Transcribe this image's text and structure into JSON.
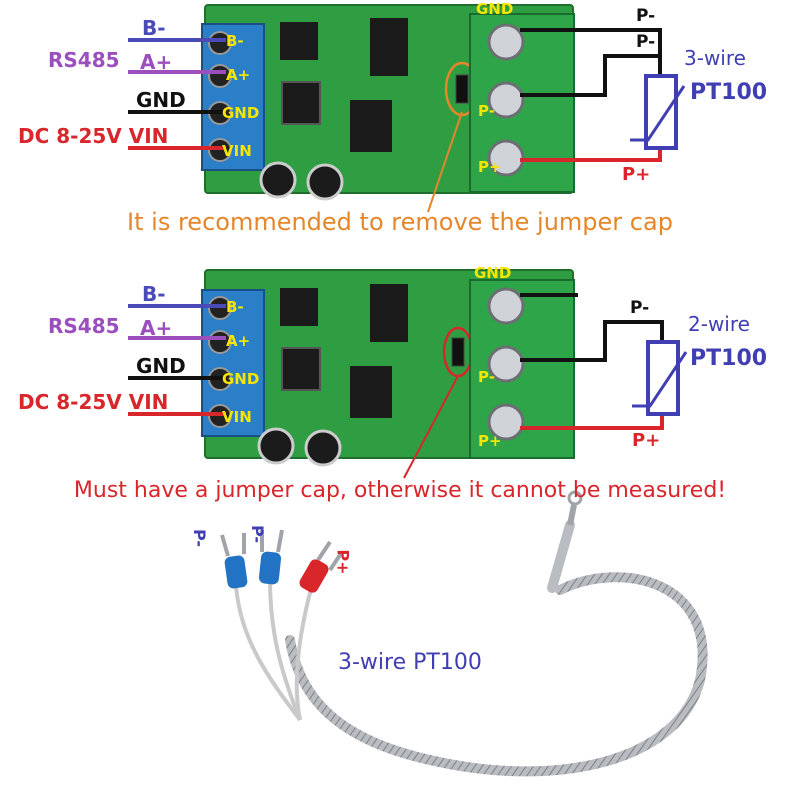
{
  "colors": {
    "rs485": "#9b4fbf",
    "b_minus": "#4a4ab8",
    "power": "#d8262b",
    "black": "#111111",
    "recommend_note": "#e6862b",
    "required_note": "#d8262b",
    "pt100_label": "#3f3fb3",
    "pcb": "#2f9e42",
    "terminal_blue": "#2b7fc9",
    "terminal_green": "#2ea548"
  },
  "panel_top": {
    "wire_labels": {
      "b_minus": "B-",
      "rs485": "RS485",
      "a_plus": "A+",
      "gnd": "GND",
      "power": "DC 8-25V VIN"
    },
    "pins": {
      "b": "B-",
      "a": "A+",
      "gnd": "GND",
      "vin": "VIN",
      "gnd_right": "GND",
      "p_minus_right": "P-",
      "p_plus_right": "P+"
    },
    "probe_labels": {
      "p_minus_1": "P-",
      "p_minus_2": "P-",
      "p_plus": "P+"
    },
    "sensor_caption": "3-wire",
    "sensor_name": "PT100",
    "notice": "It is recommended to remove the jumper cap"
  },
  "panel_bottom": {
    "wire_labels": {
      "b_minus": "B-",
      "rs485": "RS485",
      "a_plus": "A+",
      "gnd": "GND",
      "power": "DC 8-25V VIN"
    },
    "pins": {
      "b": "B-",
      "a": "A+",
      "gnd": "GND",
      "vin": "VIN",
      "gnd_right": "GND",
      "p_minus_right": "P-",
      "p_plus_right": "P+"
    },
    "probe_labels": {
      "p_minus": "P-",
      "p_plus": "P+"
    },
    "sensor_caption": "2-wire",
    "sensor_name": "PT100",
    "notice": "Must have a jumper cap, otherwise it cannot be measured!"
  },
  "probe_photo": {
    "lead_labels": [
      "P-",
      "P-",
      "P+"
    ],
    "caption": "3-wire PT100"
  }
}
